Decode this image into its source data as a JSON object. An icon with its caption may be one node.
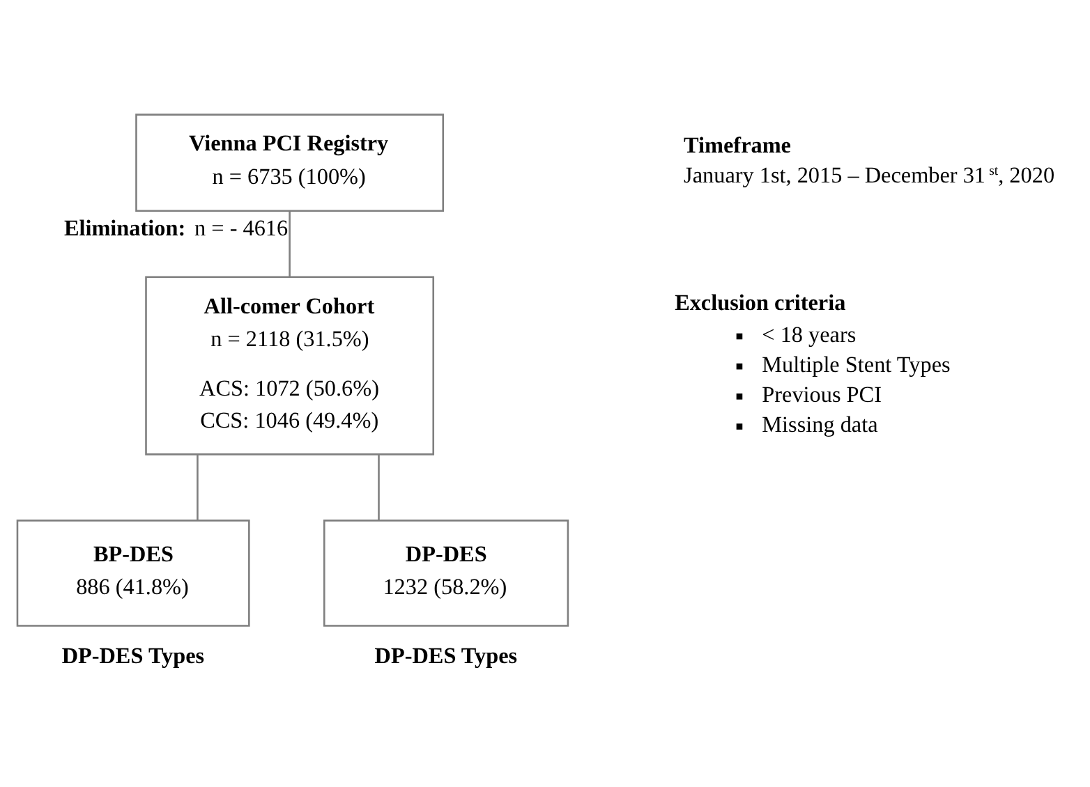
{
  "diagram": {
    "nodes": [
      {
        "text": [
          "Vienna PCI Registry",
          "n = 6735 (100%)"
        ]
      },
      {
        "text": [
          "All-comer Cohort",
          "n = 2118 (31.5%)",
          "ACS: 1072 (50.6%)",
          "CCS: 1046 (49.4%)"
        ]
      },
      {
        "text": [
          "BP-DES",
          "886 (41.8%)"
        ],
        "beside": [
          "DP-DES Types"
        ]
      },
      {
        "text": [
          "DP-DES",
          "1232 (58.2%)"
        ],
        "beside": [
          "DP-DES Types"
        ]
      }
    ],
    "edges": [
      {
        "from": 0,
        "to": 1,
        "arrow": "none",
        "label": "**Elimination:** n = - 4616"
      },
      {
        "from": 1,
        "to": 2,
        "arrow": "none"
      },
      {
        "from": 1,
        "to": 3,
        "arrow": "none"
      }
    ],
    "labels": [
      "Timeframe",
      "January 1st, 2015 – December 31$^{st}$, 2020",
      "Exclusion criteria",
      "< 18 years",
      "Multiple Stent Types",
      "Previous PCI",
      "Missing data"
    ]
  }
}
